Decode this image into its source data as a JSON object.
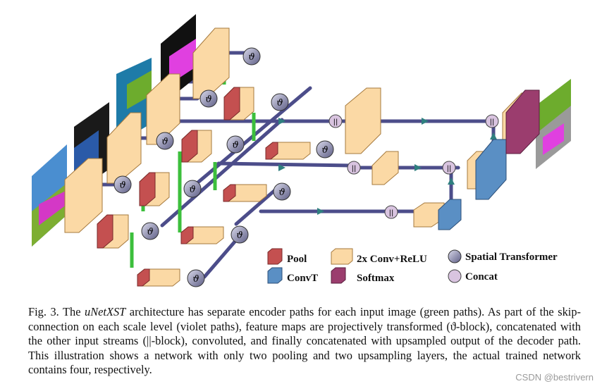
{
  "legend": {
    "pool": "Pool",
    "conv": "2x Conv+ReLU",
    "spatial_transformer": "Spatial Transformer",
    "convt": "ConvT",
    "softmax": "Softmax",
    "concat": "Concat"
  },
  "symbols": {
    "theta": "ϑ",
    "concat": "||"
  },
  "caption": {
    "prefix": "Fig. 3. The ",
    "model_name": "uNetXST",
    "body": " architecture has separate encoder paths for each input image (green paths). As part of the skip-connection on each scale level (violet paths), feature maps are projectively transformed (ϑ-block), concatenated with the other input streams (||-block), convoluted, and finally concatenated with upsampled output of the decoder path. This illustration shows a network with only two pooling and two upsampling layers, the actual trained network contains four, respectively."
  },
  "watermark": "CSDN @bestrivern",
  "colors": {
    "conv": "#fbd9a5",
    "conv_edge": "#e8a95a",
    "pool": "#c45050",
    "convt": "#5a8fc4",
    "softmax": "#9b3d6e",
    "skip_path": "#4c4d8a",
    "encoder_path": "#3cbf3c",
    "node": "#7b7ba0"
  }
}
